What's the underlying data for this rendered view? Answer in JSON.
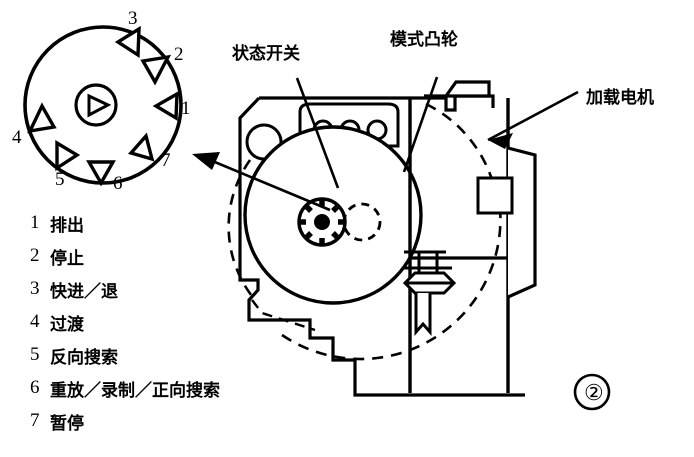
{
  "figure": {
    "number": "②",
    "callouts": [
      {
        "id": "status-switch",
        "label": "状态开关"
      },
      {
        "id": "mode-cam",
        "label": "模式凸轮"
      },
      {
        "id": "loading-motor",
        "label": "加载电机"
      }
    ],
    "cam_wheel": {
      "center_icon": "play-triangle",
      "notch_labels": [
        "1",
        "2",
        "3",
        "4",
        "5",
        "6",
        "7"
      ],
      "notch_angles_deg": [
        18,
        62,
        106,
        200,
        244,
        288,
        330
      ]
    },
    "legend": {
      "items": [
        {
          "num": "1",
          "text": "排出"
        },
        {
          "num": "2",
          "text": "停止"
        },
        {
          "num": "3",
          "text": "快进／退"
        },
        {
          "num": "4",
          "text": "过渡"
        },
        {
          "num": "5",
          "text": "反向搜索"
        },
        {
          "num": "6",
          "text": "重放／录制／正向搜索"
        },
        {
          "num": "7",
          "text": "暂停"
        }
      ]
    },
    "colors": {
      "ink": "#000000",
      "paper": "#ffffff"
    }
  }
}
